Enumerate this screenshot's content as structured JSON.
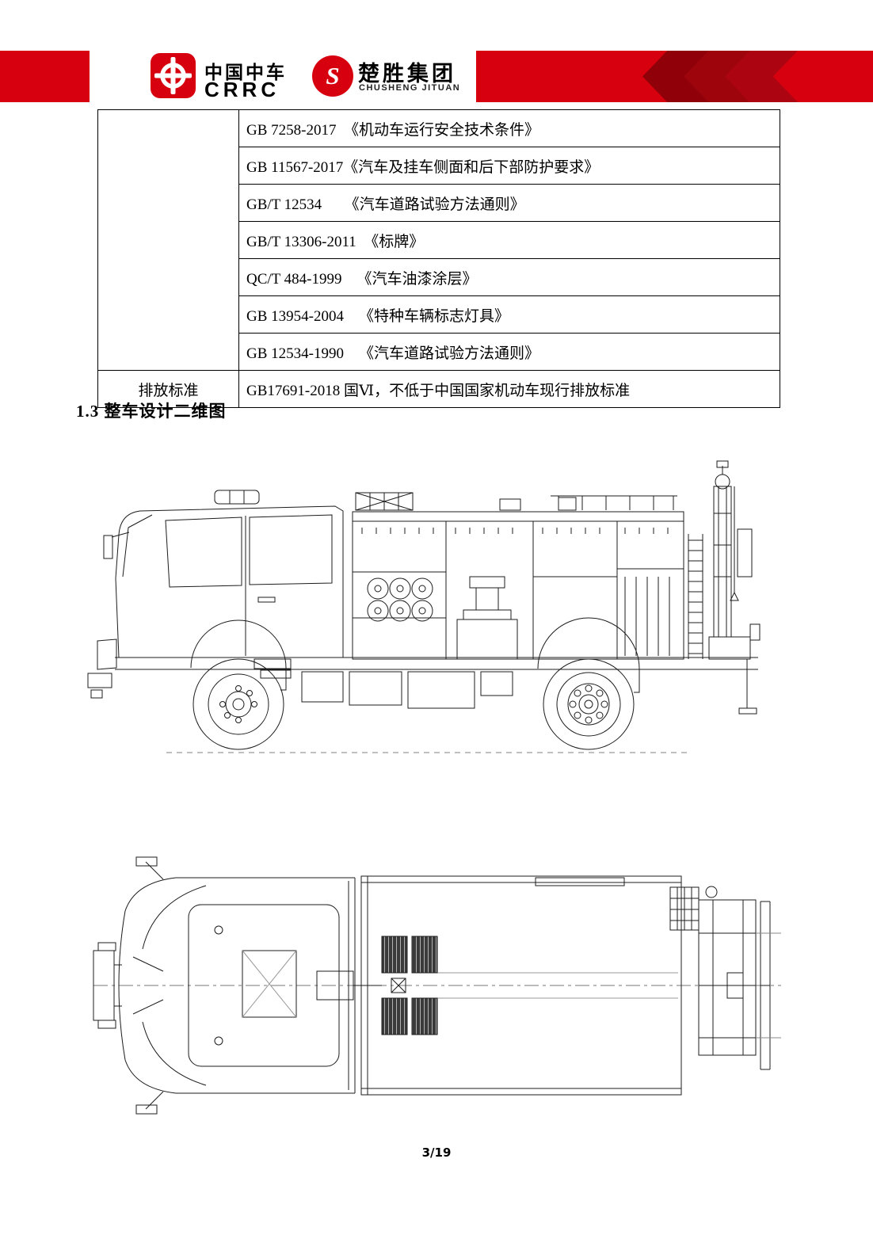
{
  "header": {
    "crrc": {
      "cn": "中国中车",
      "en": "CRRC"
    },
    "chusheng": {
      "cn": "楚胜集团",
      "en": "CHUSHENG JITUAN",
      "logo_letter": "S"
    },
    "colors": {
      "brand_red": "#D7000F",
      "chevron_dark_1": "#8F0008",
      "chevron_dark_2": "#9D040C",
      "chevron_dark_3": "#AC0511"
    }
  },
  "standards_table": {
    "emission_label": "排放标准",
    "rows": [
      "GB 7258-2017  《机动车运行安全技术条件》",
      "GB 11567-2017《汽车及挂车侧面和后下部防护要求》",
      "GB/T 12534      《汽车道路试验方法通则》",
      "GB/T 13306-2011  《标牌》",
      "QC/T 484-1999    《汽车油漆涂层》",
      "GB 13954-2004    《特种车辆标志灯具》",
      "GB 12534-1990    《汽车道路试验方法通则》",
      "GB17691-2018 国Ⅵ，不低于中国国家机动车现行排放标准"
    ]
  },
  "section_heading": "1.3 整车设计二维图",
  "figures": {
    "side_view": "fire-truck-side-view-drawing",
    "top_view": "fire-truck-top-view-drawing"
  },
  "footer": {
    "page_number": "3/19"
  }
}
